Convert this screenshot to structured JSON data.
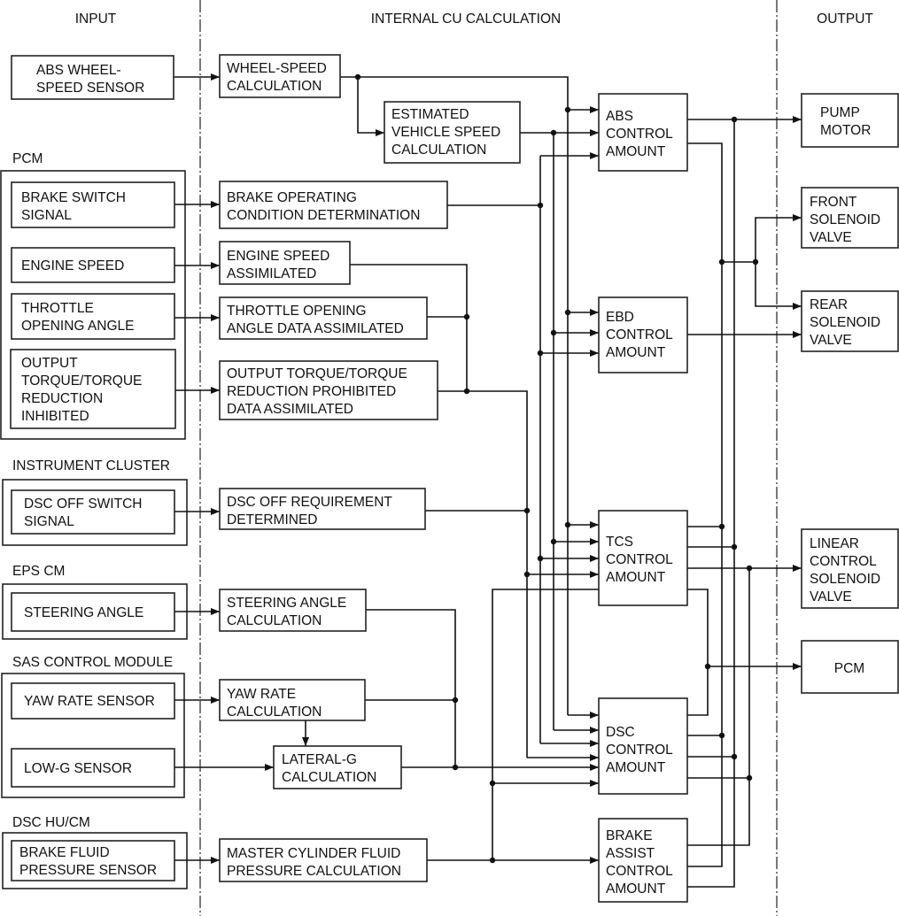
{
  "headers": {
    "input": "INPUT",
    "internal": "INTERNAL CU CALCULATION",
    "output": "OUTPUT"
  },
  "groups": {
    "pcm": "PCM",
    "instrument_cluster": "INSTRUMENT CLUSTER",
    "eps_cm": "EPS CM",
    "sas_control_module": "SAS CONTROL MODULE",
    "dsc_hu_cm": "DSC HU/CM"
  },
  "inputs": {
    "abs_wheel_speed_sensor": [
      "ABS WHEEL-",
      "SPEED SENSOR"
    ],
    "brake_switch_signal": [
      "BRAKE SWITCH",
      "SIGNAL"
    ],
    "engine_speed": [
      "ENGINE SPEED"
    ],
    "throttle_opening_angle": [
      "THROTTLE",
      "OPENING ANGLE"
    ],
    "output_torque_inhibited": [
      "OUTPUT",
      "TORQUE/TORQUE",
      "REDUCTION",
      "INHIBITED"
    ],
    "dsc_off_switch_signal": [
      "DSC OFF SWITCH",
      "SIGNAL"
    ],
    "steering_angle": [
      "STEERING ANGLE"
    ],
    "yaw_rate_sensor": [
      "YAW RATE SENSOR"
    ],
    "low_g_sensor": [
      "LOW-G SENSOR"
    ],
    "brake_fluid_pressure_sensor": [
      "BRAKE FLUID",
      "PRESSURE SENSOR"
    ]
  },
  "calculations": {
    "wheel_speed_calculation": [
      "WHEEL-SPEED",
      "CALCULATION"
    ],
    "estimated_vehicle_speed": [
      "ESTIMATED",
      "VEHICLE SPEED",
      "CALCULATION"
    ],
    "brake_operating_condition": [
      "BRAKE OPERATING",
      "CONDITION DETERMINATION"
    ],
    "engine_speed_assimilated": [
      "ENGINE SPEED",
      "ASSIMILATED"
    ],
    "throttle_opening_assimilated": [
      "THROTTLE OPENING",
      "ANGLE DATA ASSIMILATED"
    ],
    "output_torque_assimilated": [
      "OUTPUT TORQUE/TORQUE",
      "REDUCTION PROHIBITED",
      "DATA ASSIMILATED"
    ],
    "dsc_off_requirement": [
      "DSC OFF REQUIREMENT",
      "DETERMINED"
    ],
    "steering_angle_calculation": [
      "STEERING ANGLE",
      "CALCULATION"
    ],
    "yaw_rate_calculation": [
      "YAW RATE",
      "CALCULATION"
    ],
    "lateral_g_calculation": [
      "LATERAL-G",
      "CALCULATION"
    ],
    "master_cylinder_pressure": [
      "MASTER CYLINDER FLUID",
      "PRESSURE CALCULATION"
    ]
  },
  "controls": {
    "abs_control_amount": [
      "ABS",
      "CONTROL",
      "AMOUNT"
    ],
    "ebd_control_amount": [
      "EBD",
      "CONTROL",
      "AMOUNT"
    ],
    "tcs_control_amount": [
      "TCS",
      "CONTROL",
      "AMOUNT"
    ],
    "dsc_control_amount": [
      "DSC",
      "CONTROL",
      "AMOUNT"
    ],
    "brake_assist_control_amount": [
      "BRAKE",
      "ASSIST",
      "CONTROL",
      "AMOUNT"
    ]
  },
  "outputs": {
    "pump_motor": [
      "PUMP",
      "MOTOR"
    ],
    "front_solenoid_valve": [
      "FRONT",
      "SOLENOID",
      "VALVE"
    ],
    "rear_solenoid_valve": [
      "REAR",
      "SOLENOID",
      "VALVE"
    ],
    "linear_control_solenoid_valve": [
      "LINEAR",
      "CONTROL",
      "SOLENOID",
      "VALVE"
    ],
    "pcm": [
      "PCM"
    ]
  }
}
